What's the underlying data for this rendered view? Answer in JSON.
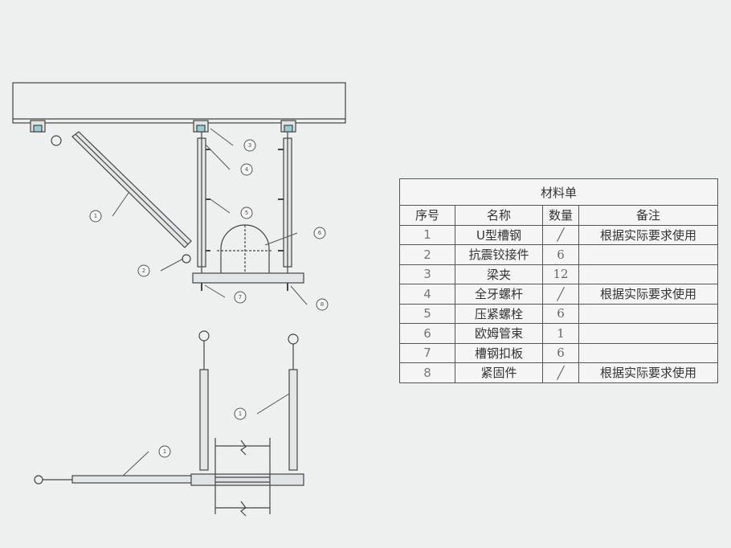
{
  "callouts": {
    "top": {
      "c1": "1",
      "c2": "2",
      "c3": "3",
      "c4": "4",
      "c5": "5",
      "c6": "6",
      "c7": "7",
      "c8": "8"
    },
    "bottom": {
      "c1a": "1",
      "c1b": "1"
    }
  },
  "table": {
    "title": "材料单",
    "headers": [
      "序号",
      "名称",
      "数量",
      "备注"
    ],
    "rows": [
      [
        "1",
        "U型槽钢",
        "╱",
        "根据实际要求使用"
      ],
      [
        "2",
        "抗震铰接件",
        "6",
        ""
      ],
      [
        "3",
        "梁夹",
        "12",
        ""
      ],
      [
        "4",
        "全牙螺杆",
        "╱",
        "根据实际要求使用"
      ],
      [
        "5",
        "压紧螺栓",
        "6",
        ""
      ],
      [
        "6",
        "欧姆管束",
        "1",
        ""
      ],
      [
        "7",
        "槽钢扣板",
        "6",
        ""
      ],
      [
        "8",
        "紧固件",
        "╱",
        "根据实际要求使用"
      ]
    ]
  }
}
